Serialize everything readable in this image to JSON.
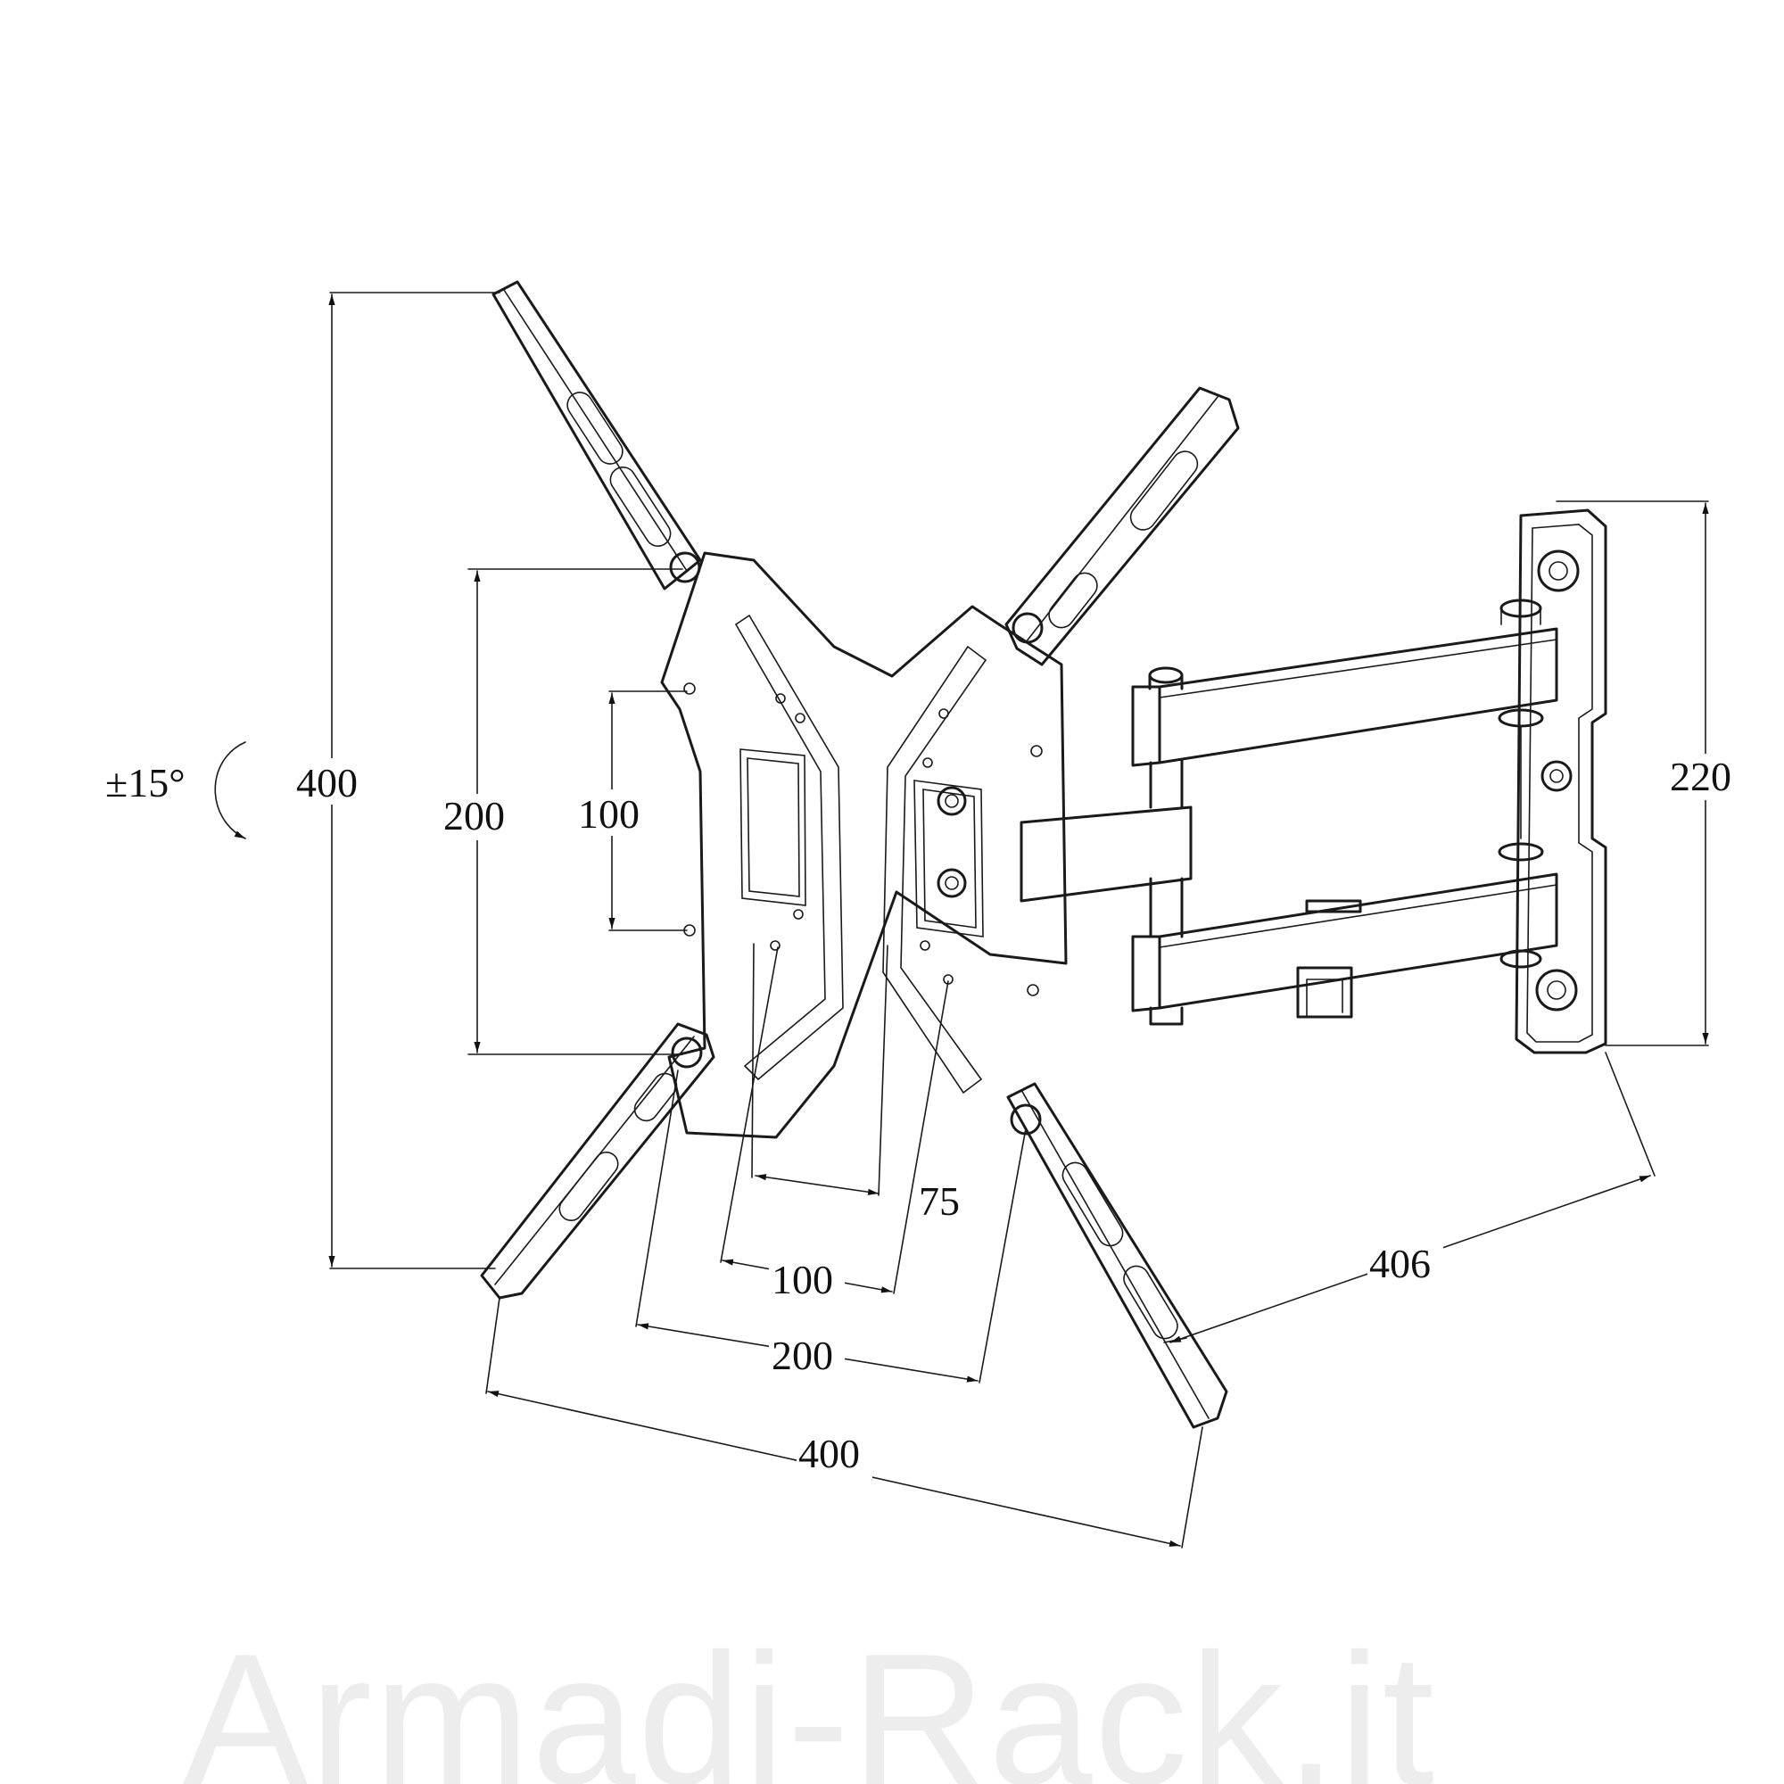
{
  "watermark": "Armadi-Rack.it",
  "dimensions": {
    "rotation": "±15°",
    "overall_height": "400",
    "vesa_200_vertical": "200",
    "vesa_100_vertical": "100",
    "wall_plate_height": "220",
    "vesa_75_horizontal": "75",
    "vesa_100_horizontal": "100",
    "vesa_200_horizontal": "200",
    "vesa_400_horizontal": "400",
    "extension": "406"
  },
  "colors": {
    "line": "#1a1a1a",
    "watermark": "#ededed",
    "background": "#ffffff"
  }
}
